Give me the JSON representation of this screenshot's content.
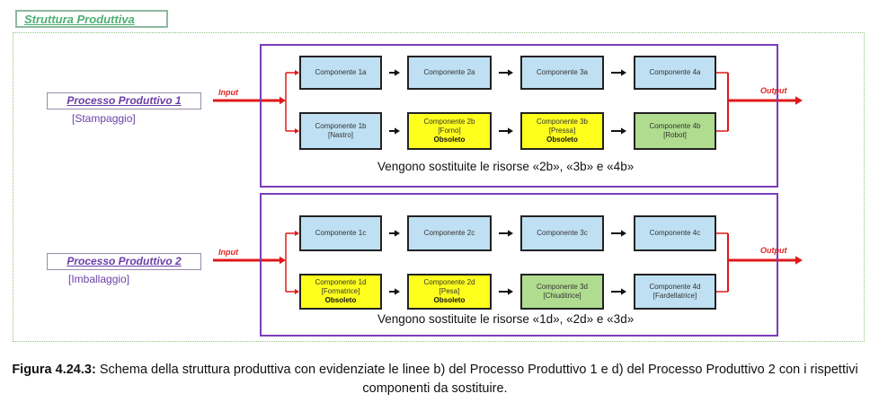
{
  "title": "Struttura Produttiva",
  "processes": [
    {
      "name": "Processo Produttivo 1",
      "type": "[Stampaggio]",
      "input": "Input",
      "output": "Output",
      "note": "Vengono sostituite le risorse «2b», «3b» e «4b»",
      "rows": [
        [
          {
            "name": "Componente 1a",
            "detail": "",
            "status": "",
            "color": "blue"
          },
          {
            "name": "Componente 2a",
            "detail": "",
            "status": "",
            "color": "blue"
          },
          {
            "name": "Componente 3a",
            "detail": "",
            "status": "",
            "color": "blue"
          },
          {
            "name": "Componente 4a",
            "detail": "",
            "status": "",
            "color": "blue"
          }
        ],
        [
          {
            "name": "Componente 1b",
            "detail": "[Nastro]",
            "status": "",
            "color": "blue"
          },
          {
            "name": "Componente 2b",
            "detail": "[Forno]",
            "status": "Obsoleto",
            "color": "yellow"
          },
          {
            "name": "Componente 3b",
            "detail": "[Pressa]",
            "status": "Obsoleto",
            "color": "yellow"
          },
          {
            "name": "Componente 4b",
            "detail": "[Robot]",
            "status": "",
            "color": "green"
          }
        ]
      ]
    },
    {
      "name": "Processo Produttivo 2",
      "type": "[Imballaggio]",
      "input": "Input",
      "output": "Output",
      "note": "Vengono sostituite le risorse «1d», «2d» e «3d»",
      "rows": [
        [
          {
            "name": "Componente 1c",
            "detail": "",
            "status": "",
            "color": "blue"
          },
          {
            "name": "Componente 2c",
            "detail": "",
            "status": "",
            "color": "blue"
          },
          {
            "name": "Componente 3c",
            "detail": "",
            "status": "",
            "color": "blue"
          },
          {
            "name": "Componente 4c",
            "detail": "",
            "status": "",
            "color": "blue"
          }
        ],
        [
          {
            "name": "Componente 1d",
            "detail": "[Formatrice]",
            "status": "Obsoleto",
            "color": "yellow"
          },
          {
            "name": "Componente 2d",
            "detail": "[Pesa]",
            "status": "Obsoleto",
            "color": "yellow"
          },
          {
            "name": "Componente 3d",
            "detail": "[Chiuditrice]",
            "status": "",
            "color": "green"
          },
          {
            "name": "Componente 4d",
            "detail": "[Fardellatrice]",
            "status": "",
            "color": "blue"
          }
        ]
      ]
    }
  ],
  "caption": {
    "label": "Figura 4.24.3:",
    "text": " Schema della struttura produttiva con evidenziate le linee b) del Processo Produttivo 1 e d) del Processo Produttivo 2 con i rispettivi componenti da sostituire."
  }
}
